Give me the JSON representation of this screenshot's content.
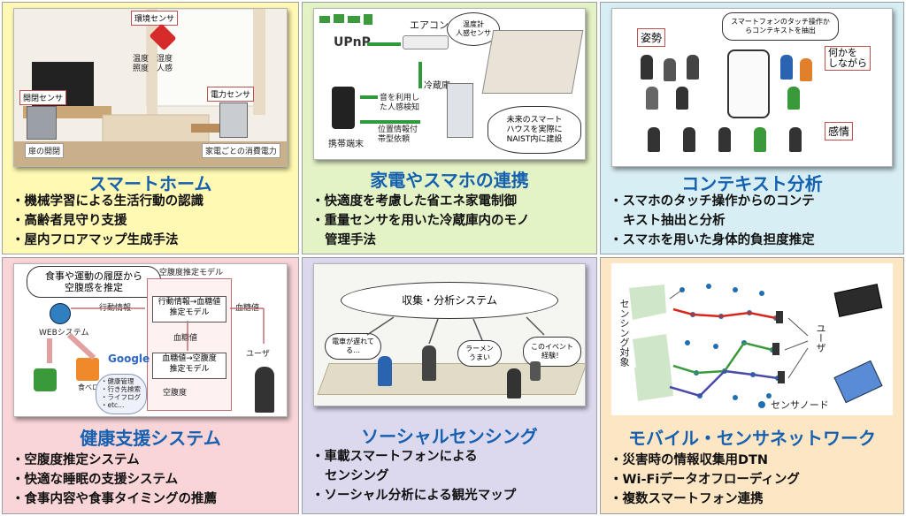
{
  "colors": {
    "panel_bg": [
      "#fff9b3",
      "#e4f3c6",
      "#d6eef4",
      "#f9d5d8",
      "#dcd9ef",
      "#fde6c4"
    ],
    "title": "#1560b0"
  },
  "panels": [
    {
      "title": "スマートホーム",
      "bullets": [
        "機械学習による生活行動の認識",
        "高齢者見守り支援",
        "屋内フロアマップ生成手法"
      ],
      "labels": {
        "env_sensor": "環境センサ",
        "env_items": "温度　湿度\n照度　人感",
        "door_sensor": "開閉センサ",
        "door_desc": "扉の開閉",
        "power_sensor": "電力センサ",
        "power_desc": "家電ごとの消費電力"
      }
    },
    {
      "title": "家電やスマホの連携",
      "bullets": [
        "快適度を考慮した省エネ家電制御",
        "重量センサを用いた冷蔵庫内のモノ",
        "管理手法"
      ],
      "labels": {
        "upnp": "UPnP",
        "aircon": "エアコン",
        "thermo": "温度計\n人感センサ",
        "fridge": "冷蔵庫",
        "sound": "音を利用し\nた人感検知",
        "location": "位置情報付\n帯型依頼",
        "phone": "携帯端末",
        "future": "未来のスマート\nハウスを実際に\nNAIST内に建設"
      }
    },
    {
      "title": "コンテキスト分析",
      "bullets": [
        "スマホのタッチ操作からのコンテ",
        "キスト抽出と分析",
        "スマホを用いた身体的負担度推定"
      ],
      "labels": {
        "posture": "姿勢",
        "while": "何かを\nしながら",
        "emotion": "感情",
        "touch": "スマートフォンのタッチ操作か\nらコンテキストを抽出"
      }
    },
    {
      "title": "健康支援システム",
      "bullets": [
        "空腹度推定システム",
        "快適な睡眠の支援システム",
        "食事内容や食事タイミングの推薦"
      ],
      "labels": {
        "history": "食事や運動の履歴から\n空腹感を推定",
        "model": "空腹度推定モデル",
        "web": "WEBシステム",
        "action": "行動情報",
        "blood": "血糖値",
        "m1": "行動情報→血糖値\n推定モデル",
        "m2": "血糖値→空腹度\n推定モデル",
        "blood2": "血糖値",
        "hunger": "空腹度",
        "user": "ユーザ",
        "google": "Google",
        "tabelog": "食べログ",
        "list": "・健康管理\n・行き先検索\n・ライフログ\n・etc..."
      }
    },
    {
      "title": "ソーシャルセンシング",
      "bullets": [
        "車載スマートフォンによる",
        "センシング",
        "ソーシャル分析による観光マップ"
      ],
      "labels": {
        "system": "収集・分析システム",
        "b1": "電車が遅れて\nる…",
        "b2": "ラーメン\nうまい",
        "b3": "このイベント\n経験！"
      }
    },
    {
      "title": "モバイル・センサネットワーク",
      "bullets": [
        "災害時の情報収集用DTN",
        "Wi-Fiデータオフローディング",
        "複数スマートフォン連携"
      ],
      "labels": {
        "sensing": "センシング対象",
        "user": "ユーザ",
        "node": "センサノード"
      }
    }
  ]
}
